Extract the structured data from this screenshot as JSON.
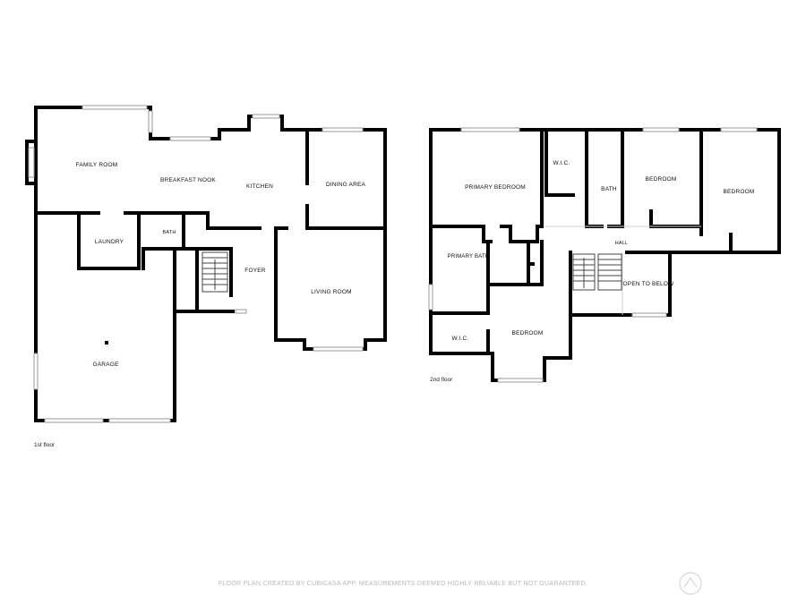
{
  "floor1": {
    "label": "1st floor",
    "rooms": {
      "family_room": "FAMILY ROOM",
      "breakfast_nook": "BREAKFAST NOOK",
      "kitchen": "KITCHEN",
      "dining_area": "DINING AREA",
      "laundry": "LAUNDRY",
      "bath": "BATH",
      "foyer": "FOYER",
      "living_room": "LIVING ROOM",
      "garage": "GARAGE"
    }
  },
  "floor2": {
    "label": "2nd floor",
    "rooms": {
      "primary_bedroom": "PRIMARY BEDROOM",
      "wic_top": "W.I.C.",
      "bath": "BATH",
      "bedroom_a": "BEDROOM",
      "bedroom_b": "BEDROOM",
      "hall": "HALL",
      "primary_bath": "PRIMARY BATH",
      "open_to_below": "OPEN TO BELOW",
      "wic_bottom": "W.I.C.",
      "bedroom_c": "BEDROOM"
    }
  },
  "footer": {
    "disclaimer": "FLOOR PLAN CREATED BY CUBICASA APP. MEASUREMENTS DEEMED HIGHLY RELIABLE BUT NOT GUARANTEED."
  }
}
